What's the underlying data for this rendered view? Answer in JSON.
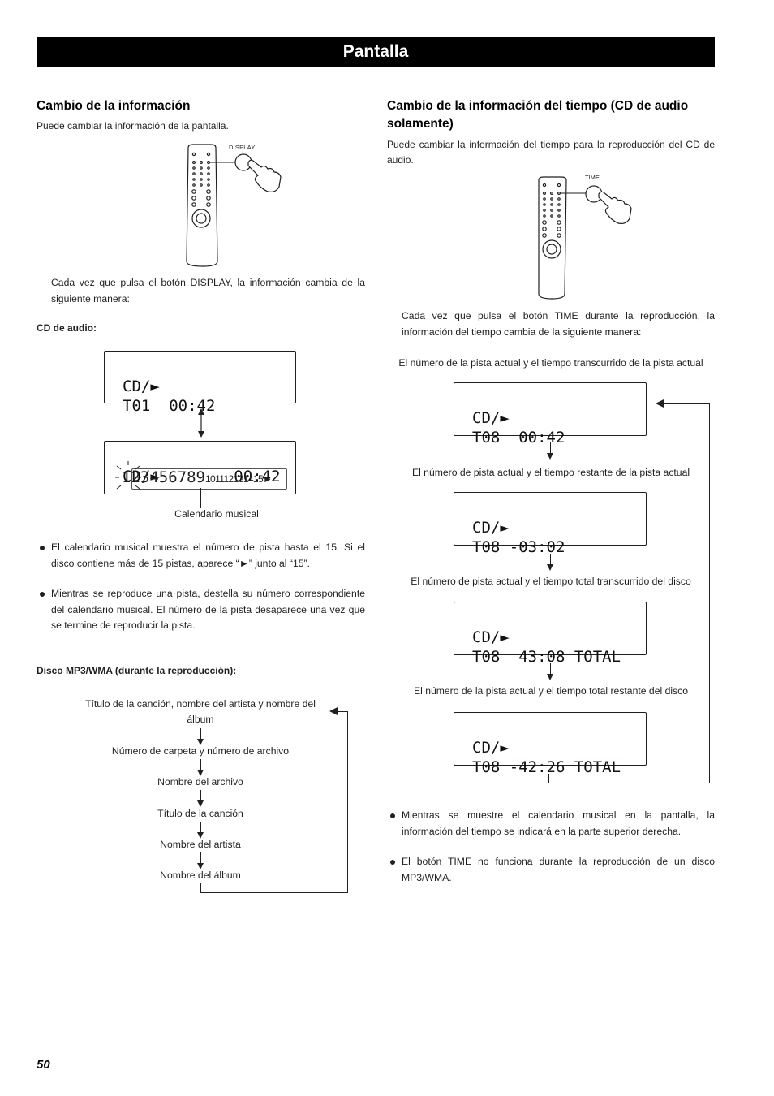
{
  "header": {
    "title": "Pantalla"
  },
  "left": {
    "heading": "Cambio de la información",
    "intro": "Puede cambiar la información de la pantalla.",
    "button_label": "DISPLAY",
    "para": "Cada vez que pulsa el botón DISPLAY, la información cambia de la siguiente manera:",
    "cd_label": "CD de audio:",
    "lcd1": {
      "line1": "CD/►",
      "line2": "T01  00:42"
    },
    "lcd2": {
      "line1": "CD/►        00:42",
      "calendar": "123456789",
      "calendar_small": "101112131415►"
    },
    "calendar_caption": "Calendario musical",
    "bullet1": "El calendario musical muestra el número de pista hasta el 15. Si el disco contiene más de 15 pistas, aparece “►” junto al “15”.",
    "bullet2": "Mientras se reproduce una pista, destella su número correspondiente del calendario musical. El número de la pista desaparece una vez que se termine de reproducir la pista.",
    "mp3_label": "Disco MP3/WMA (durante la reproducción):",
    "mp3_seq": [
      "Título de la canción, nombre del artista y nombre del álbum",
      "Número de carpeta y número de archivo",
      "Nombre del archivo",
      "Título de la canción",
      "Nombre del artista",
      "Nombre del álbum"
    ]
  },
  "right": {
    "heading": "Cambio de la información del tiempo (CD de audio solamente)",
    "intro": "Puede cambiar la información del tiempo para la reproducción del CD de audio.",
    "button_label": "TIME",
    "para": "Cada vez que pulsa el botón TIME durante la reproducción, la información del tiempo cambia de la siguiente manera:",
    "steps": [
      {
        "caption": "El número de la pista actual y el tiempo transcurrido de la pista actual",
        "line1": "CD/►",
        "line2": "T08  00:42"
      },
      {
        "caption": "El número de pista actual y el tiempo restante de la pista actual",
        "line1": "CD/►",
        "line2": "T08 -03:02"
      },
      {
        "caption": "El número de pista actual y el tiempo total transcurrido del disco",
        "line1": "CD/►",
        "line2": "T08  43:08 TOTAL"
      },
      {
        "caption": "El número de la pista actual y el tiempo total restante del disco",
        "line1": "CD/►",
        "line2": "T08 -42:26 TOTAL"
      }
    ],
    "bullet1": "Mientras se muestre el calendario musical en la pantalla, la información del tiempo se indicará en la parte superior derecha.",
    "bullet2": "El botón TIME no funciona durante la reproducción de un disco MP3/WMA."
  },
  "footer": {
    "page_number": "50"
  }
}
